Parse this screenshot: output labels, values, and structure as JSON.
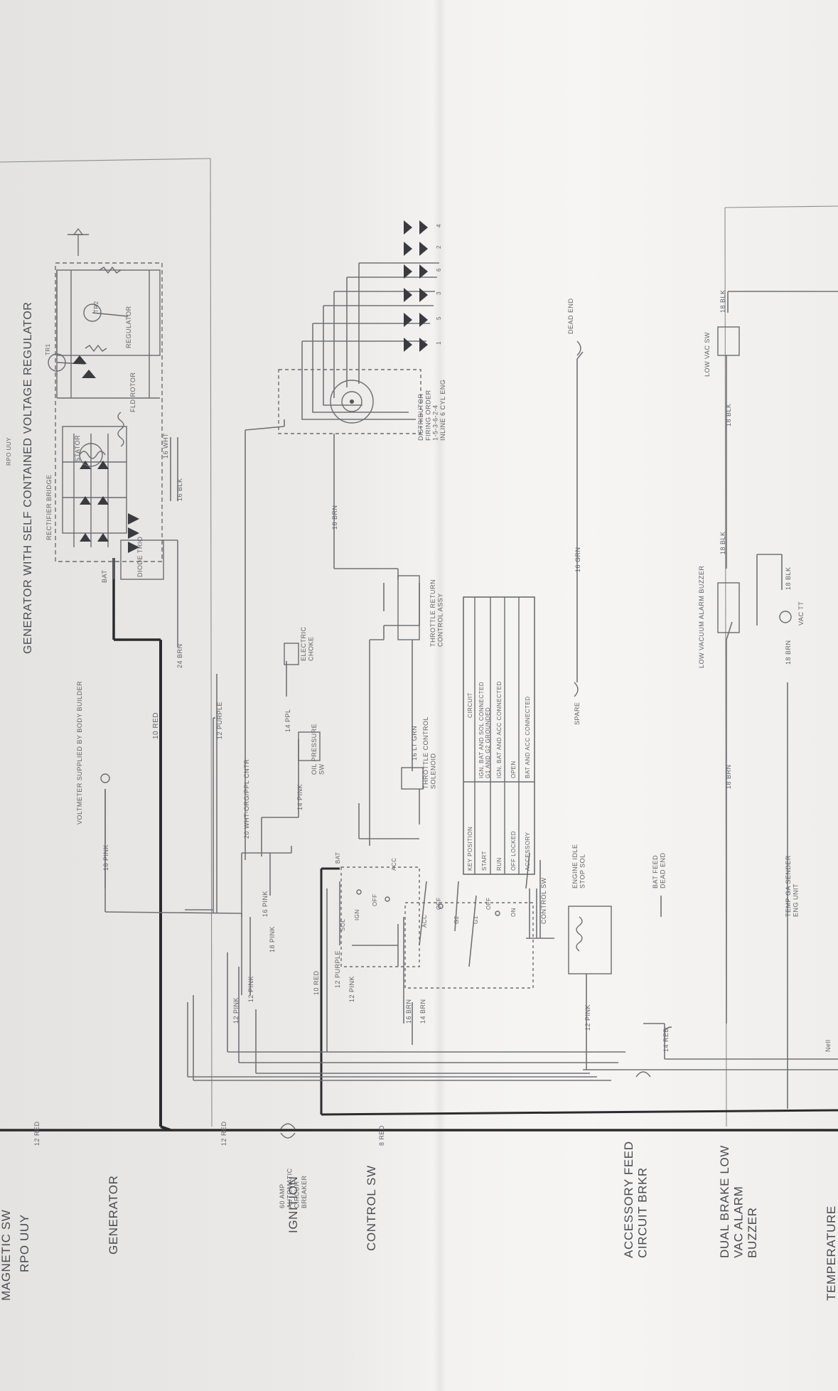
{
  "sections": [
    {
      "id": "rpo",
      "label": "RPO UUY"
    },
    {
      "id": "generator",
      "label": "GENERATOR"
    },
    {
      "id": "ignition",
      "label": "IGNITION"
    },
    {
      "id": "control-sw",
      "label": "CONTROL SW"
    },
    {
      "id": "accessory-feed",
      "label": "ACCESSORY FEED\nCIRCUIT BRKR"
    },
    {
      "id": "dual-brake",
      "label": "DUAL BRAKE LOW\nVAC ALARM\nBUZZER"
    },
    {
      "id": "temperature",
      "label": "TEMPERATURE"
    }
  ],
  "top_fragment": "MAGNETIC SW",
  "generator_title": "GENERATOR WITH SELF CONTAINED VOLTAGE REGULATOR",
  "generator_parts": {
    "rectifier": "RECTIFIER BRIDGE",
    "stator": "STATOR",
    "regulator": "REGULATOR",
    "fld_rotor": "FLD ROTOR",
    "diode_trio": "DIODE TRIO",
    "bat": "BAT",
    "tr1": "TR1",
    "tr2": "TR2",
    "rpo": "RPO UUY"
  },
  "circuit_breaker": "60 AMP\nAUTOMATIC\nCIRCUIT\nBREAKER",
  "wires": {
    "red12a": "12 RED",
    "red12b": "12 RED",
    "red8": "8 RED",
    "red10": "10 RED",
    "red10b": "10 RED",
    "brn24": "24 BRN",
    "purple12": "12 PURPLE",
    "purple12b": "12 PURPLE",
    "pink18": "18 PINK",
    "pink14": "14 PINK",
    "pink16": "16 PINK",
    "pink18b": "18 PINK",
    "pink12a": "12 PINK",
    "pink12b": "12 PINK",
    "pink12c": "12 PINK",
    "pink12d": "12 PINK",
    "ppl14": "14 PPL",
    "wht20": "20 WHT-ORG/PPL CNTR",
    "ltgrn16": "16 LT GRN",
    "brn18": "18 BRN",
    "brn16": "16 BRN",
    "brn14": "14 BRN",
    "wht16": "16 WHT",
    "blk16": "16 BLK",
    "grn16": "16 GRN",
    "red14": "14 RED",
    "brn18b": "18 BRN",
    "brn18c": "18 BRN",
    "blk18a": "18 BLK",
    "blk18b": "18 BLK",
    "blk18c": "18 BLK",
    "blk18d": "18 BLK"
  },
  "components": {
    "voltmeter": "VOLTMETER SUPPLIED BY BODY BUILDER",
    "oil_pressure": "OIL PRESSURE\nSW",
    "electric_choke": "ELECTRIC\nCHOKE",
    "throttle_solenoid": "THROTTLE CONTROL\nSOLENOID",
    "throttle_return": "THROTTLE RETURN\nCONTROL ASSY",
    "distributor": "DISTRIBUTOR\nFIRING ORDER\n1-5-3-6-2-4\nINLINE 6 CYL ENG",
    "dead_end": "DEAD END",
    "spare": "SPARE",
    "engine_idle": "ENGINE IDLE\nSTOP SOL",
    "bat_feed": "BAT FEED\nDEAD END",
    "control_sw": "CONTROL SW",
    "low_vac_buzzer": "LOW VACUUM ALARM BUZZER",
    "low_vac_sw": "LOW VAC SW",
    "vac_tt": "VAC TT",
    "temp_sender": "TEMP GA SENDER\nENG UNIT",
    "nell": "Nell"
  },
  "switch_labels": [
    "BAT",
    "ACC",
    "OFF",
    "IGN",
    "SOL",
    "ACC",
    "OFF",
    "G2",
    "G1",
    "OFF",
    "ON"
  ],
  "plug_numbers": [
    "1",
    "5",
    "3",
    "6",
    "2",
    "4"
  ],
  "key_table": {
    "headers": [
      "KEY POSITION",
      "CIRCUIT"
    ],
    "rows": [
      [
        "START",
        "IGN, BAT AND SOL CONNECTED\nG1 AND G2 GROUNDED"
      ],
      [
        "RUN",
        "IGN, BAT AND ACC CONNECTED"
      ],
      [
        "OFF LOCKED",
        "OPEN"
      ],
      [
        "ACCESSORY",
        "BAT AND ACC CONNECTED"
      ]
    ]
  }
}
